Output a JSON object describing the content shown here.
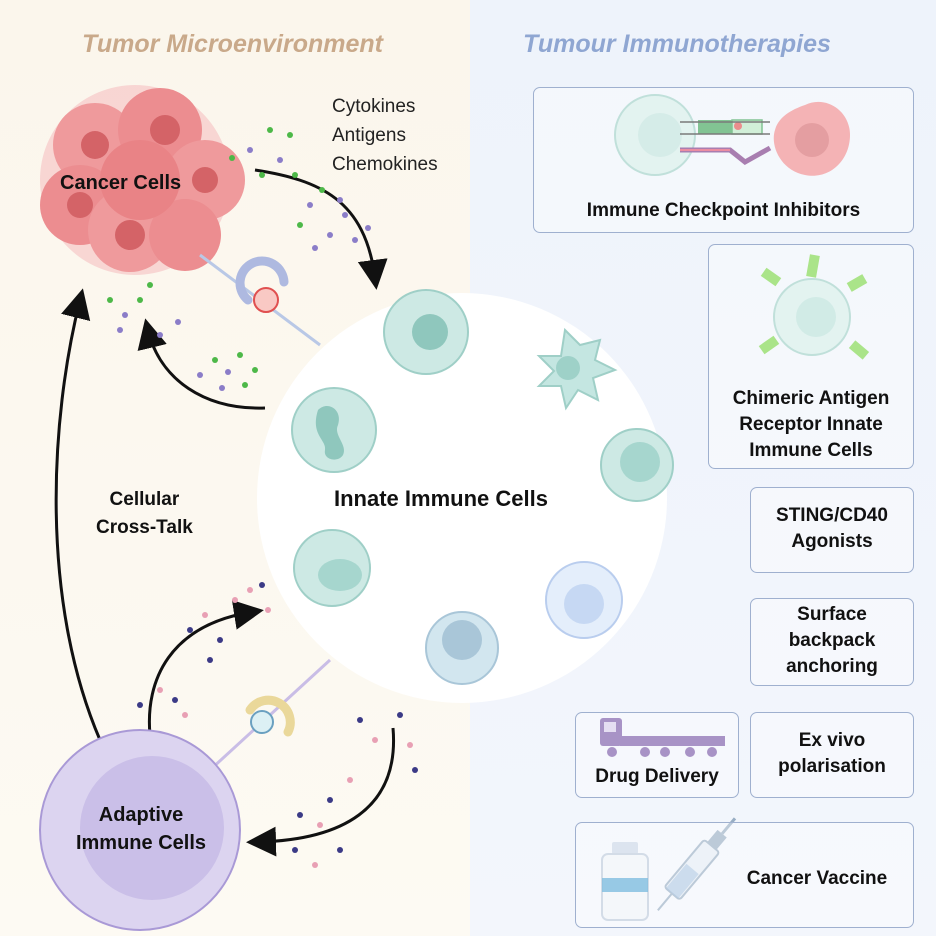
{
  "headers": {
    "left": "Tumor Microenvironment",
    "right": "Tumour Immunotherapies"
  },
  "signals": [
    "Cytokines",
    "Antigens",
    "Chemokines"
  ],
  "nodes": {
    "cancer": "Cancer Cells",
    "innate": "Innate Immune Cells",
    "adaptive_line1": "Adaptive",
    "adaptive_line2": "Immune Cells",
    "crosstalk_line1": "Cellular",
    "crosstalk_line2": "Cross-Talk"
  },
  "therapies": {
    "checkpoint": "Immune Checkpoint Inhibitors",
    "car_line1": "Chimeric Antigen",
    "car_line2": "Receptor Innate",
    "car_line3": "Immune Cells",
    "sting_line1": "STING/CD40",
    "sting_line2": "Agonists",
    "backpack_line1": "Surface",
    "backpack_line2": "backpack",
    "backpack_line3": "anchoring",
    "drug": "Drug Delivery",
    "exvivo_line1": "Ex vivo",
    "exvivo_line2": "polarisation",
    "vaccine": "Cancer Vaccine"
  },
  "colors": {
    "left_header": "#c9a98a",
    "right_header": "#8fa6d2",
    "cancer": "#e8777c",
    "innate": "#a9d8d2",
    "adaptive": "#cbbfe6",
    "box_border": "#9fb0cf",
    "green_dot": "#4db848",
    "purple_dot": "#8b7dc8",
    "navy_dot": "#3b3a86",
    "pink_dot": "#e8a0b4"
  }
}
